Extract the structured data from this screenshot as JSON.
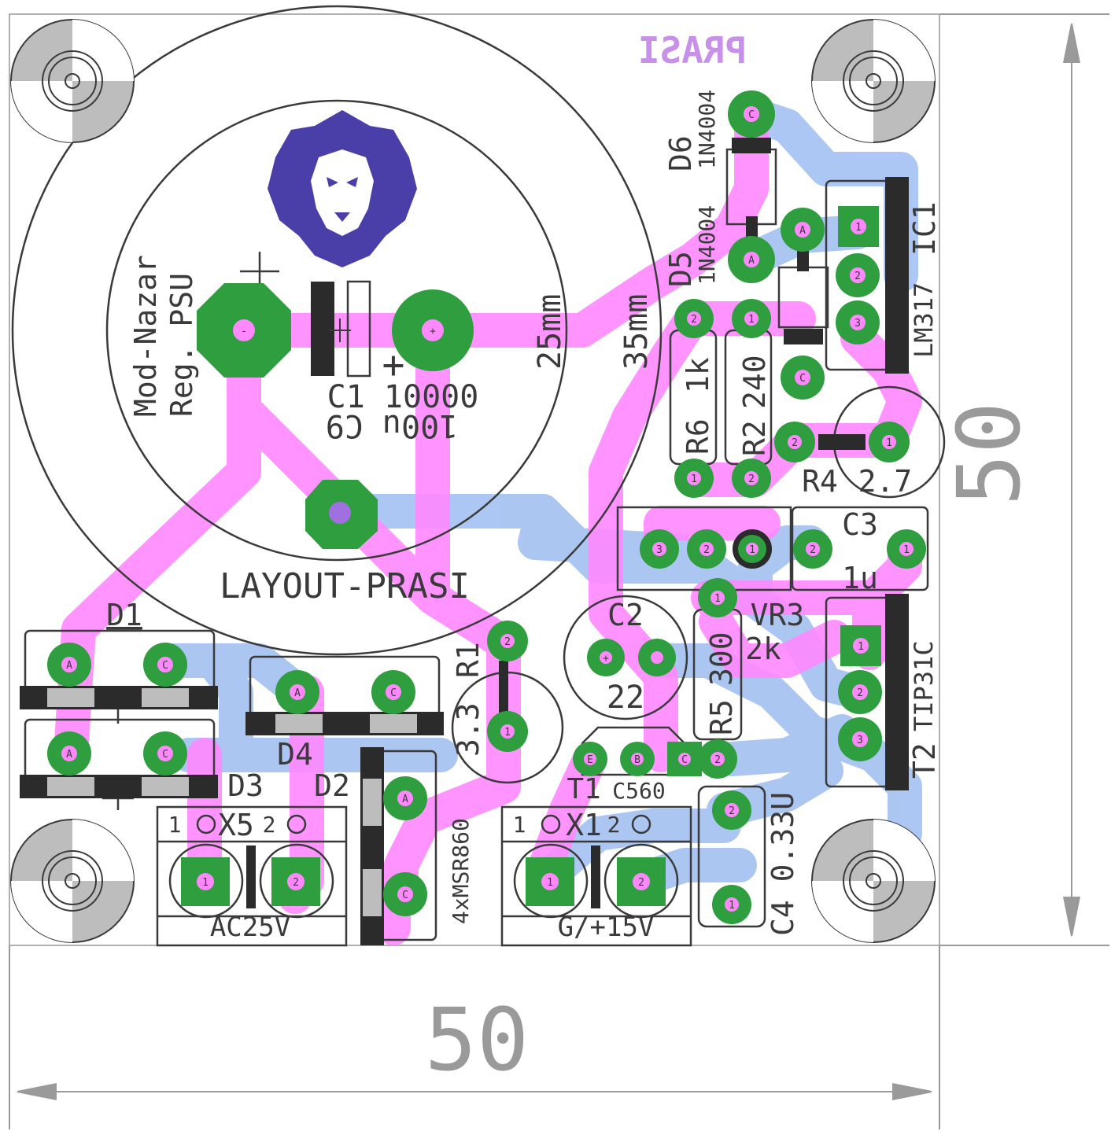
{
  "dimensions": {
    "width": "50",
    "height": "50"
  },
  "title": "LAYOUT-PRASI",
  "brand": "PRASI",
  "project": {
    "line1": "Mod-Nazar",
    "line2": "Reg. PSU"
  },
  "circles": {
    "inner": "25mm",
    "outer": "35mm"
  },
  "components": {
    "c1": "C1 10000",
    "c9": "100u C9",
    "d1": "D1",
    "d2": "D2",
    "d3": "D3",
    "d4": "D4",
    "d5_ref": "D5",
    "d5_val": "1N4004",
    "d6_ref": "D6",
    "d6_val": "1N4004",
    "ic1_ref": "IC1",
    "ic1_val": "LM317",
    "r1_ref": "R1",
    "r1_val": "3.3",
    "r2_ref": "R2",
    "r2_val": "240",
    "r4_ref": "R4",
    "r4_val": "2.7",
    "r5_ref": "R5",
    "r5_val": "300",
    "r6_ref": "R6",
    "r6_val": "1k",
    "c2_ref": "C2",
    "c2_val": "22",
    "c3_ref": "C3",
    "c3_val": "1u",
    "c4": "C4 0.33U",
    "vr3_ref": "VR3",
    "vr3_val": "2k",
    "t1_ref": "T1",
    "t1_val": "C560",
    "t2_ref": "T2",
    "t2_val": "TIP31C",
    "bridge": "4xMSR860",
    "x5_ref": "X5",
    "x5_label": "AC25V",
    "x1_ref": "X1",
    "x1_label": "G/+15V"
  },
  "pins": {
    "one": "1",
    "two": "2",
    "three": "3",
    "anode": "A",
    "cathode": "C",
    "emitter": "E",
    "base": "B",
    "plus": "+",
    "minus": "-"
  },
  "colors": {
    "top_copper": "#ff88ff",
    "bottom_copper": "#a8c4f2",
    "pad": "#2e9e3e",
    "silk": "#3a3a3a",
    "dimension": "#9a9a9a",
    "logo": "#4a3fa8"
  }
}
